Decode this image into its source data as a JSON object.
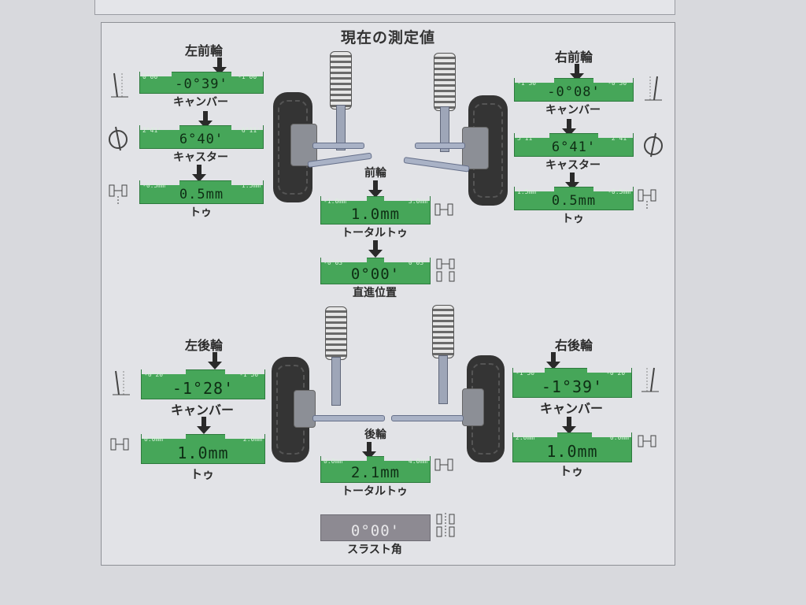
{
  "title": "現在の測定値",
  "front_left": {
    "label": "左前輪",
    "camber": {
      "left": "0°00'",
      "right": "-1°00'",
      "value": "-0°39'",
      "caption": "キャンバー"
    },
    "caster": {
      "left": "2°41'",
      "right": "6°11'",
      "value": "6°40'",
      "caption": "キャスター"
    },
    "toe": {
      "left": "-0.5mm",
      "right": "1.5mm",
      "value": "0.5mm",
      "caption": "トゥ"
    }
  },
  "front_right": {
    "label": "右前輪",
    "camber": {
      "left": "-1°30'",
      "right": "-0°30'",
      "value": "-0°08'",
      "caption": "キャンバー"
    },
    "caster": {
      "left": "5°11'",
      "right": "2°41'",
      "value": "6°41'",
      "caption": "キャスター"
    },
    "toe": {
      "left": "1.5mm",
      "right": "-0.5mm",
      "value": "0.5mm",
      "caption": "トゥ"
    }
  },
  "front_total": {
    "label": "前輪",
    "bar": {
      "left": "-1.0mm",
      "right": "3.0mm",
      "value": "1.0mm",
      "caption": "トータルトゥ"
    }
  },
  "steering": {
    "bar": {
      "left": "-0°03'",
      "right": "0°03'",
      "value": "0°00'",
      "caption": "直進位置"
    }
  },
  "rear_left": {
    "label": "左後輪",
    "camber": {
      "left": "-0°20'",
      "right": "-1°50'",
      "value": "-1°28'",
      "caption": "キャンバー"
    },
    "toe": {
      "left": "0.0mm",
      "right": "2.0mm",
      "value": "1.0mm",
      "caption": "トゥ"
    }
  },
  "rear_right": {
    "label": "右後輪",
    "camber": {
      "left": "-1°50'",
      "right": "-0°20'",
      "value": "-1°39'",
      "caption": "キャンバー"
    },
    "toe": {
      "left": "2.0mm",
      "right": "0.0mm",
      "value": "1.0mm",
      "caption": "トゥ"
    }
  },
  "rear_total": {
    "label": "後輪",
    "bar": {
      "left": "0.0mm",
      "right": "4.0mm",
      "value": "2.1mm",
      "caption": "トータルトゥ"
    }
  },
  "thrust": {
    "bar": {
      "value": "0°00'",
      "caption": "スラスト角"
    }
  },
  "colors": {
    "in_range": "#46a659",
    "neutral": "#8d8a92"
  },
  "icons": [
    "camber-icon",
    "caster-icon",
    "toe-icon",
    "suspension-icon"
  ]
}
